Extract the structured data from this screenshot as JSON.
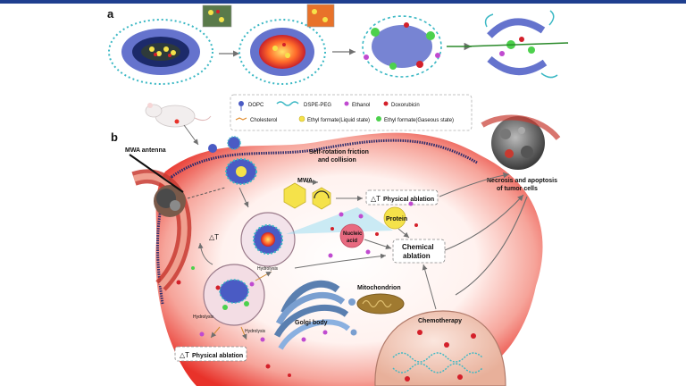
{
  "panel_a": {
    "letter": "a"
  },
  "panel_b": {
    "letter": "b"
  },
  "legend": {
    "items": [
      {
        "label": "DOPC",
        "icon": "dopc-lipid-icon"
      },
      {
        "label": "DSPE-PEG",
        "icon": "peg-chain-icon"
      },
      {
        "label": "Ethanol",
        "icon": "ethanol-drop-icon"
      },
      {
        "label": "Doxorubicin",
        "icon": "doxorubicin-dot-icon"
      },
      {
        "label": "Cholesterol",
        "icon": "cholesterol-icon"
      },
      {
        "label": "Ethyl formate(Liquid state)",
        "icon": "liquid-ef-icon"
      },
      {
        "label": "Ethyl formate(Gaseous state)",
        "icon": "gas-ef-icon"
      }
    ]
  },
  "labels": {
    "mwa_antenna": "MWA antenna",
    "self_rotation": "Self-rotation friction",
    "and_collision": "and collision",
    "mwa": "MWA",
    "physical_ablation_top": "Physical ablation",
    "delta_t": "△T",
    "protein": "Protein",
    "nucleic": "Nucleic",
    "acid": "acid",
    "chemical": "Chemical",
    "ablation": "ablation",
    "necrosis_1": "Necrosis and apoptosis",
    "necrosis_2": "of tumor cells",
    "mitochondrion": "Mitochondrion",
    "golgi_body": "Golgi body",
    "chemotherapy": "Chemotherapy",
    "hydrolysis": "Hydrolysis",
    "physical_ablation_bottom": "Physical ablation"
  },
  "colors": {
    "cell_red": "#e8322a",
    "membrane": "#2b2b6b",
    "lipid_blue": "#4a5bc4",
    "peg_teal": "#3bb8c4",
    "core_yellow": "#f5e24a",
    "dox_red": "#d4202a",
    "gas_green": "#4cd14c",
    "ethanol_purple": "#c04ad0",
    "golgi_blue": "#5a7fb0",
    "mito_brown": "#a07a30",
    "arrow_gray": "#707070"
  }
}
